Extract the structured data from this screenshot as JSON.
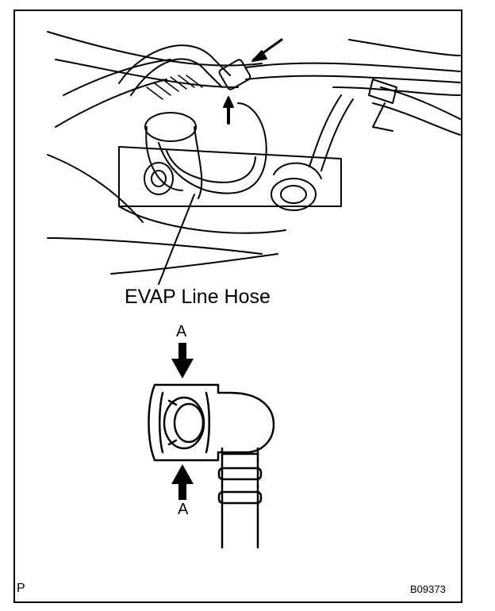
{
  "labels": {
    "hose": "EVAP Line Hose",
    "arrow_top": "A",
    "arrow_bottom": "A",
    "corner": "P",
    "figure_code": "B09373"
  },
  "colors": {
    "ink": "#000000",
    "paper": "#ffffff"
  }
}
